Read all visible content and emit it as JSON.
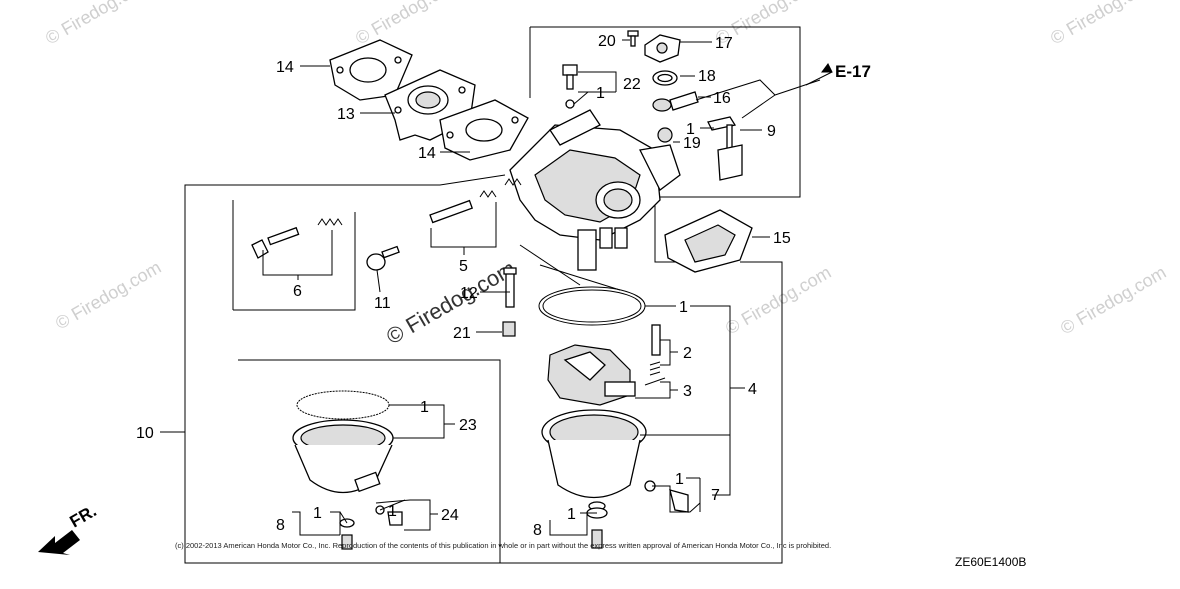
{
  "diagram": {
    "callouts": {
      "c14a": "14",
      "c13": "13",
      "c14b": "14",
      "c20": "20",
      "c17": "17",
      "c18": "18",
      "c22": "22",
      "c1a": "1",
      "c16": "16",
      "c1b": "1",
      "c9": "9",
      "c19": "19",
      "c15": "15",
      "c6": "6",
      "c5": "5",
      "c11": "11",
      "c12": "12",
      "c21": "21",
      "c1c": "1",
      "c2": "2",
      "c3": "3",
      "c4": "4",
      "c10": "10",
      "c1d": "1",
      "c23": "23",
      "c1e": "1",
      "c7": "7",
      "c8a": "8",
      "c1f": "1",
      "c24": "24",
      "c1g": "1",
      "c8b": "8",
      "c1h": "1"
    },
    "reference": "E-17",
    "front_arrow_label": "FR.",
    "diagram_code": "ZE60E1400B",
    "copyright": "(c) 2002-2013 American Honda Motor Co., Inc. Reproduction of the contents of this publication in whole or in part without the express written approval of American Honda Motor Co., Inc is prohibited.",
    "watermark": "© Firedog.com"
  }
}
